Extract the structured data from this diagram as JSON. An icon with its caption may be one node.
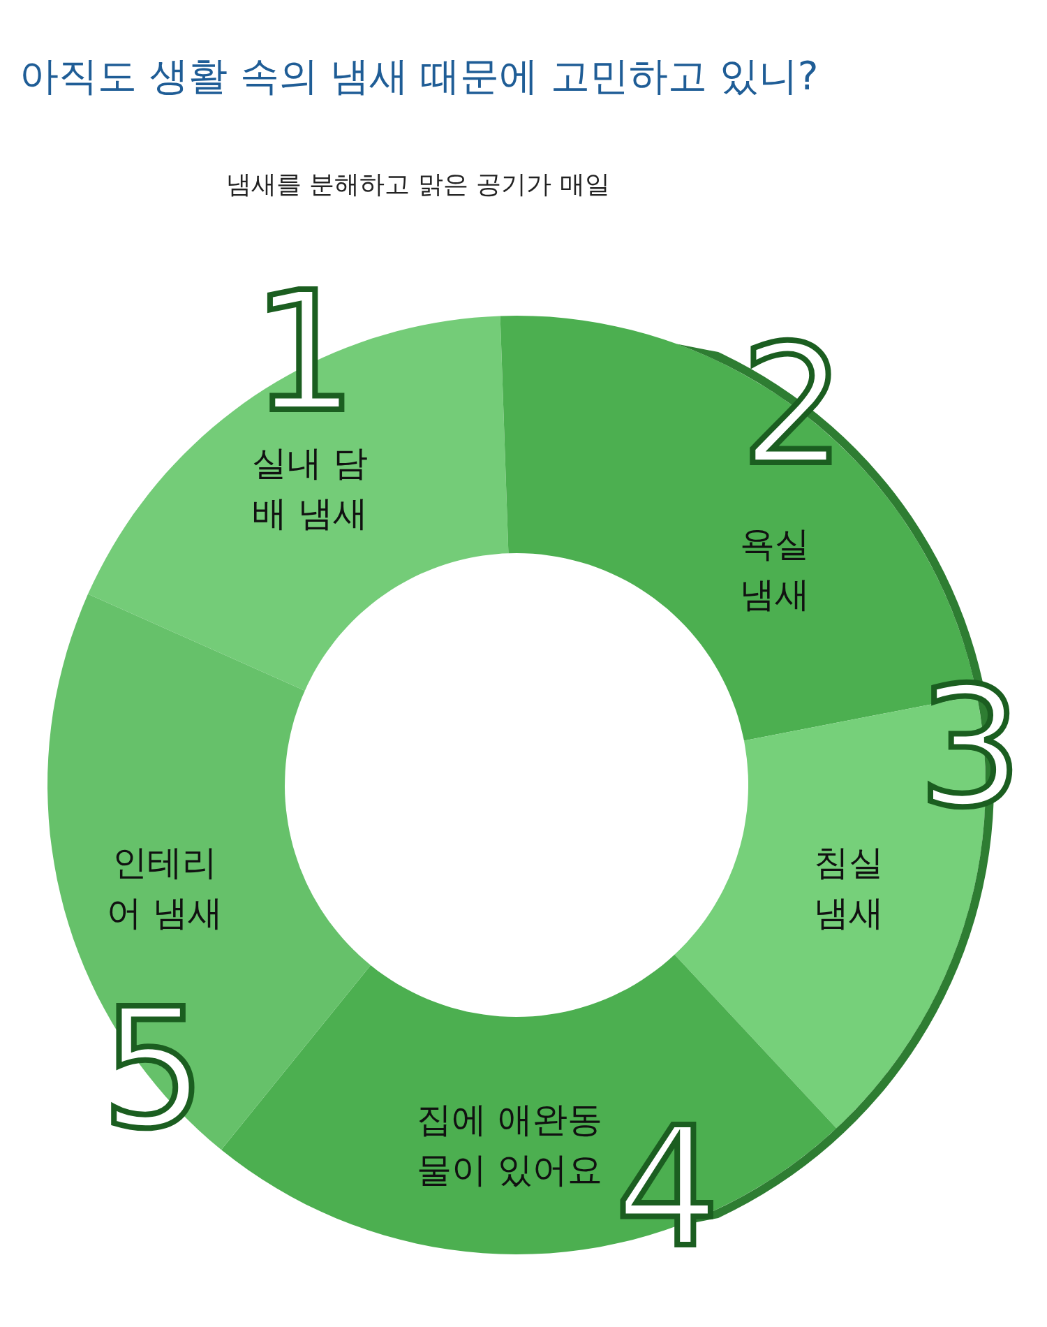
{
  "diagram": {
    "title": "아직도 생활 속의 냄새 때문에 고민하고 있니?",
    "nodes": [
      {
        "text": [
          "1",
          "실내 담 배 냄새"
        ]
      },
      {
        "text": [
          "2",
          "욕실 냄새"
        ]
      },
      {
        "text": [
          "3",
          "침실 냄새"
        ]
      },
      {
        "text": [
          "집에 애완동 물이 있어요",
          "4"
        ]
      },
      {
        "text": [
          "인테리 어 냄새",
          "5"
        ]
      }
    ],
    "labels": [
      "냄새를 분해하고 맑은 공기가 매일"
    ]
  }
}
